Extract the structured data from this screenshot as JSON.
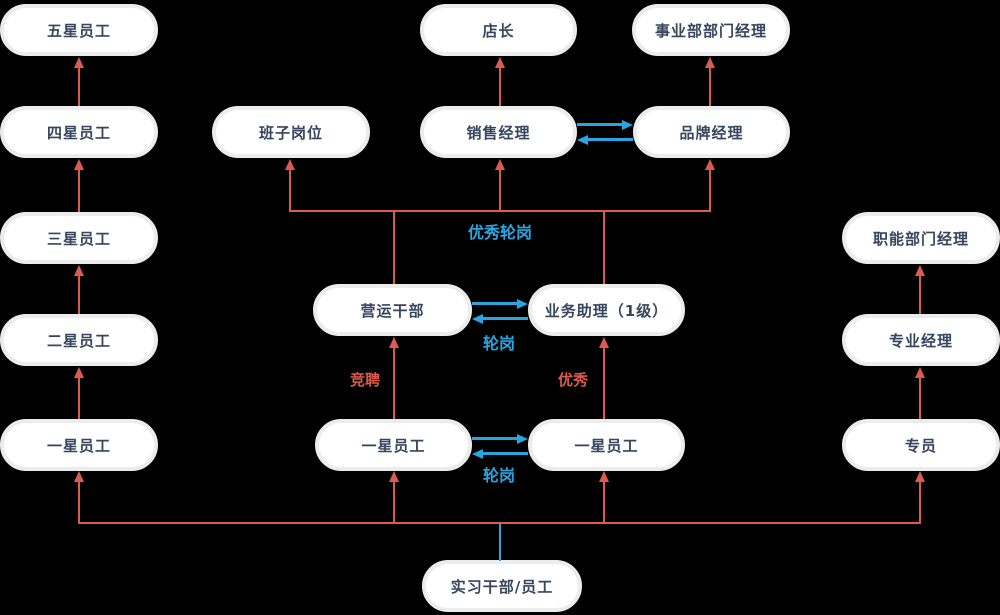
{
  "colors": {
    "red": "#dd5a50",
    "blue": "#29a6e2",
    "node_text": "#36465c",
    "node_border": "#ececec",
    "node_bg": "#ffffff",
    "background": "#000000"
  },
  "nodes": {
    "five_star": {
      "label": "五星员工"
    },
    "four_star": {
      "label": "四星员工"
    },
    "three_star": {
      "label": "三星员工"
    },
    "two_star": {
      "label": "二星员工"
    },
    "one_star_left": {
      "label": "一星员工"
    },
    "team_post": {
      "label": "班子岗位"
    },
    "store_manager": {
      "label": "店长"
    },
    "sales_manager": {
      "label": "销售经理"
    },
    "brand_manager": {
      "label": "品牌经理"
    },
    "division_dept_manager": {
      "label": "事业部部门经理"
    },
    "operations_cadre": {
      "label": "营运干部"
    },
    "business_assistant": {
      "label": "业务助理（1级）"
    },
    "one_star_mid_left": {
      "label": "一星员工"
    },
    "one_star_mid_right": {
      "label": "一星员工"
    },
    "functional_dept_manager": {
      "label": "职能部门经理"
    },
    "professional_manager": {
      "label": "专业经理"
    },
    "specialist": {
      "label": "专员"
    },
    "intern": {
      "label": "实习干部/员工"
    }
  },
  "edge_labels": {
    "excellent_rotation": "优秀轮岗",
    "rotation_mid": "轮岗",
    "rotation_bottom": "轮岗",
    "competition": "竞聘",
    "excellent": "优秀"
  }
}
